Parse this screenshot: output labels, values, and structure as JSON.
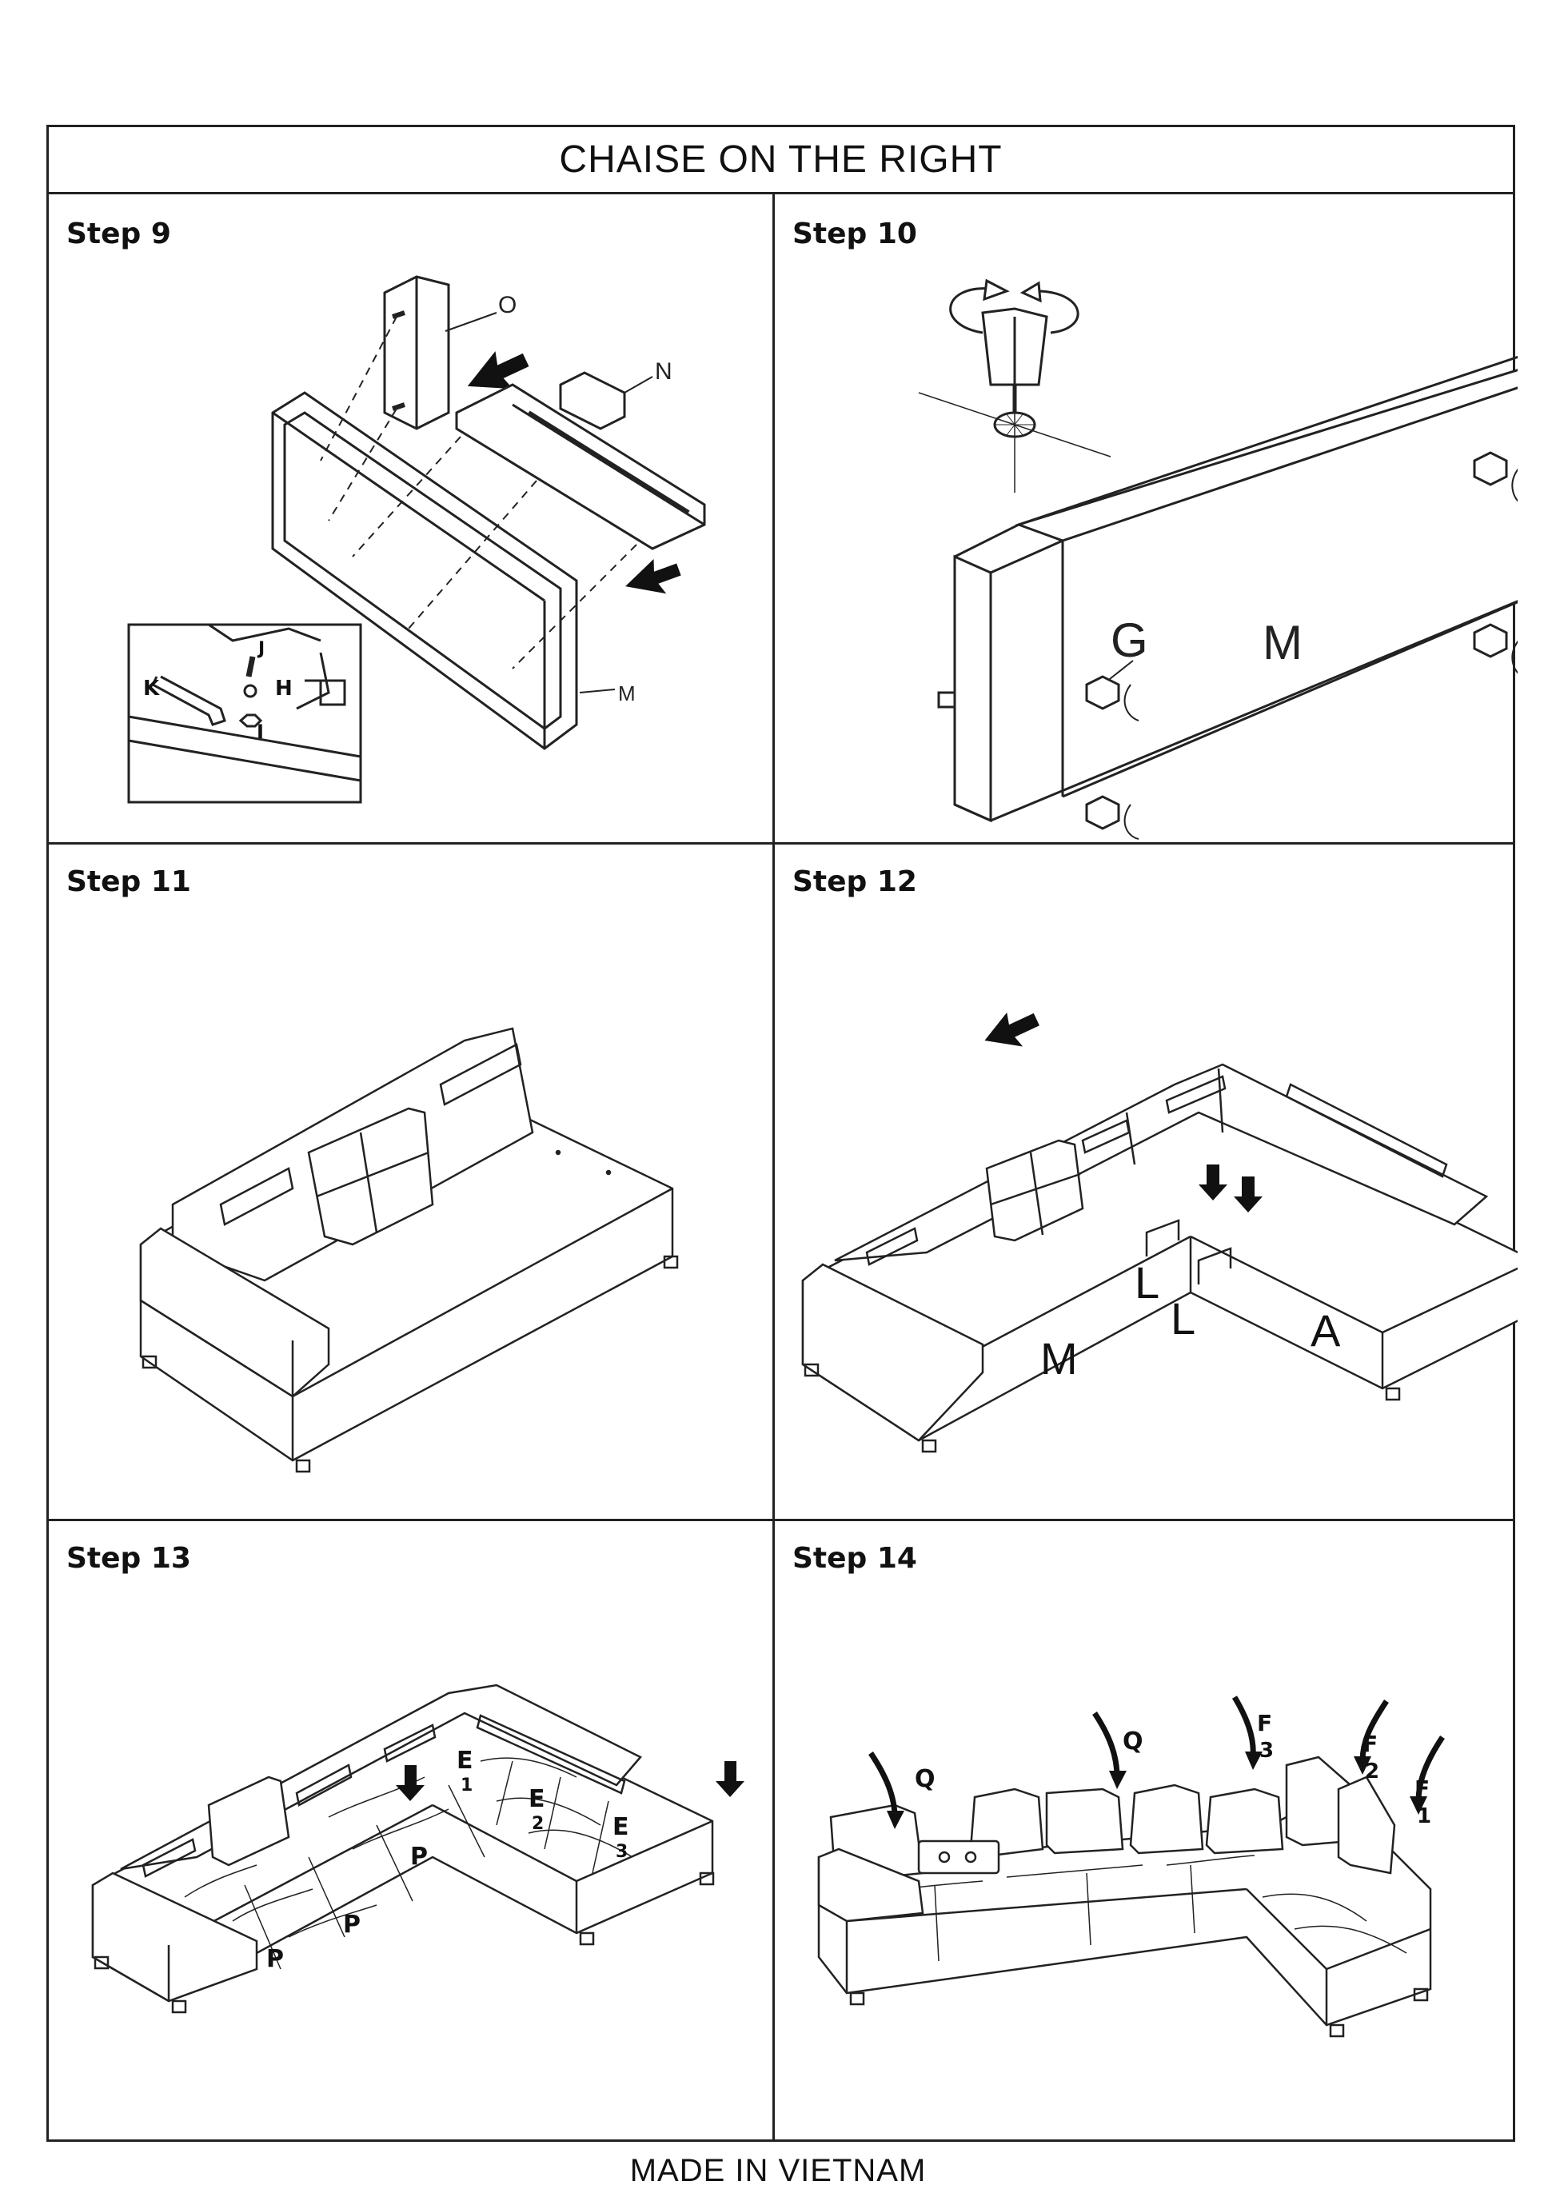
{
  "title": "CHAISE  ON THE RIGHT",
  "footer": "MADE IN VIETNAM",
  "steps": [
    {
      "label": "Step 9",
      "parts": {
        "o": "O",
        "n": "N",
        "m": "M",
        "j": "J",
        "k": "K",
        "h": "H",
        "i": "I"
      }
    },
    {
      "label": "Step 10",
      "parts": {
        "g": "G",
        "m": "M"
      }
    },
    {
      "label": "Step 11"
    },
    {
      "label": "Step 12",
      "parts": {
        "l1": "L",
        "l2": "L",
        "m": "M",
        "a": "A"
      }
    },
    {
      "label": "Step 13",
      "parts": {
        "p1": "P",
        "p2": "P",
        "p3": "P",
        "e1": "E",
        "n1": "1",
        "e2": "E",
        "n2": "2",
        "e3": "E",
        "n3": "3"
      }
    },
    {
      "label": "Step 14",
      "parts": {
        "q1": "Q",
        "q2": "Q",
        "f3": "F",
        "n3": "3",
        "f2": "F",
        "n2": "2",
        "f1": "F",
        "n1": "1"
      }
    }
  ],
  "icons": [
    "push-arrow-icon",
    "down-arrow-icon",
    "curved-arrow-icon",
    "rotate-arrow-icon",
    "wrench-icon",
    "nut-icon",
    "washer-icon",
    "bolt-icon",
    "leg-icon"
  ],
  "colors": {
    "line": "#222222",
    "background": "#ffffff"
  }
}
